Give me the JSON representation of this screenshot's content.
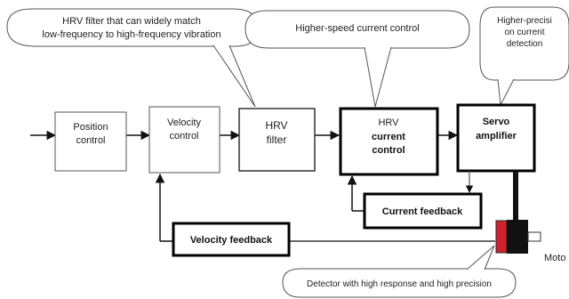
{
  "callouts": {
    "hrv_filter": {
      "line1": "HRV filter that can widely match",
      "line2": "low-frequency to high-frequency vibration"
    },
    "current_control": {
      "line1": "Higher-speed current control"
    },
    "detection": {
      "line1": "Higher-precisi",
      "line2": "on current",
      "line3": "detection"
    },
    "detector": {
      "line1": "Detector with high response and high precision"
    }
  },
  "blocks": {
    "position": {
      "line1": "Position",
      "line2": "control"
    },
    "velocity": {
      "line1": "Velocity",
      "line2": "control"
    },
    "hrv_filter": {
      "line1": "HRV",
      "line2": "filter"
    },
    "hrv_current": {
      "line1": "HRV",
      "line2": "current",
      "line3": "control"
    },
    "servo": {
      "line1": "Servo",
      "line2": "amplifier"
    }
  },
  "feedback": {
    "current": "Current feedback",
    "velocity": "Velocity feedback"
  },
  "motor_label": "Moto",
  "colors": {
    "line": "#111111",
    "box_border": "#555555",
    "box_border_bold": "#000000",
    "motor_red": "#d0202a",
    "motor_black": "#111111"
  }
}
